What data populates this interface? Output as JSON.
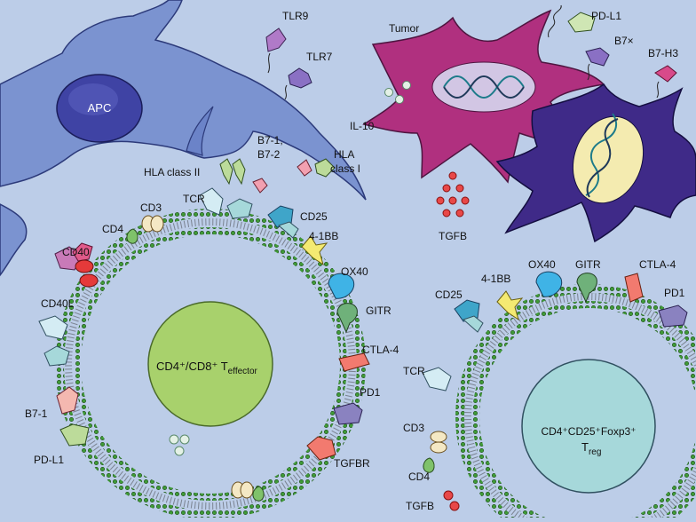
{
  "cells": {
    "apc": "APC",
    "tumor": "Tumor",
    "effector": {
      "main": "CD4⁺/CD8⁺ T",
      "sub": "effector"
    },
    "treg": {
      "line1": "CD4⁺CD25⁺Foxp3⁺",
      "main": "T",
      "sub": "reg"
    }
  },
  "apc_labels": {
    "tlr9": "TLR9",
    "tlr7": "TLR7",
    "b7_line1": "B7-1,",
    "b7_line2": "B7-2",
    "hla2": "HLA class II",
    "hla1_line1": "HLA",
    "hla1_line2": "class I"
  },
  "tumor_labels": {
    "pdl1": "PD-L1",
    "b7x": "B7×",
    "b7h3": "B7-H3",
    "il10": "IL-10",
    "tgfb": "TGFB"
  },
  "effector_labels": {
    "cd4": "CD4",
    "cd3": "CD3",
    "tcr": "TCR",
    "cd25": "CD25",
    "bb41": "4-1BB",
    "cd40": "CD40",
    "cd40l": "CD40L",
    "ox40": "OX40",
    "gitr": "GITR",
    "ctla4": "CTLA-4",
    "pd1": "PD1",
    "tgfbr": "TGFBR",
    "b71": "B7-1",
    "pdl1": "PD-L1"
  },
  "treg_labels": {
    "cd25": "CD25",
    "bb41": "4-1BB",
    "ox40": "OX40",
    "gitr": "GITR",
    "ctla4": "CTLA-4",
    "pd1": "PD1",
    "tcr": "TCR",
    "cd3": "CD3",
    "cd4": "CD4",
    "tgfb": "TGFB"
  },
  "colors": {
    "background": "#bccde8",
    "apc_body": "#7b93d0",
    "apc_nucleus": "#3f43a4",
    "tumor1": "#b0307f",
    "tumor2": "#3f2a88",
    "membrane_dot": "#3f9a37",
    "effector_core": "#a8d16c",
    "treg_core": "#a6d8da",
    "ctla4": "#f27a6f",
    "pd1": "#8a82c0",
    "ox40": "#3fb3e6",
    "gitr": "#6fb17a",
    "bb41": "#f4ea72",
    "cd40": "#c97ab8",
    "cd40l": "#e53a3a",
    "tgfb": "#e84848"
  }
}
